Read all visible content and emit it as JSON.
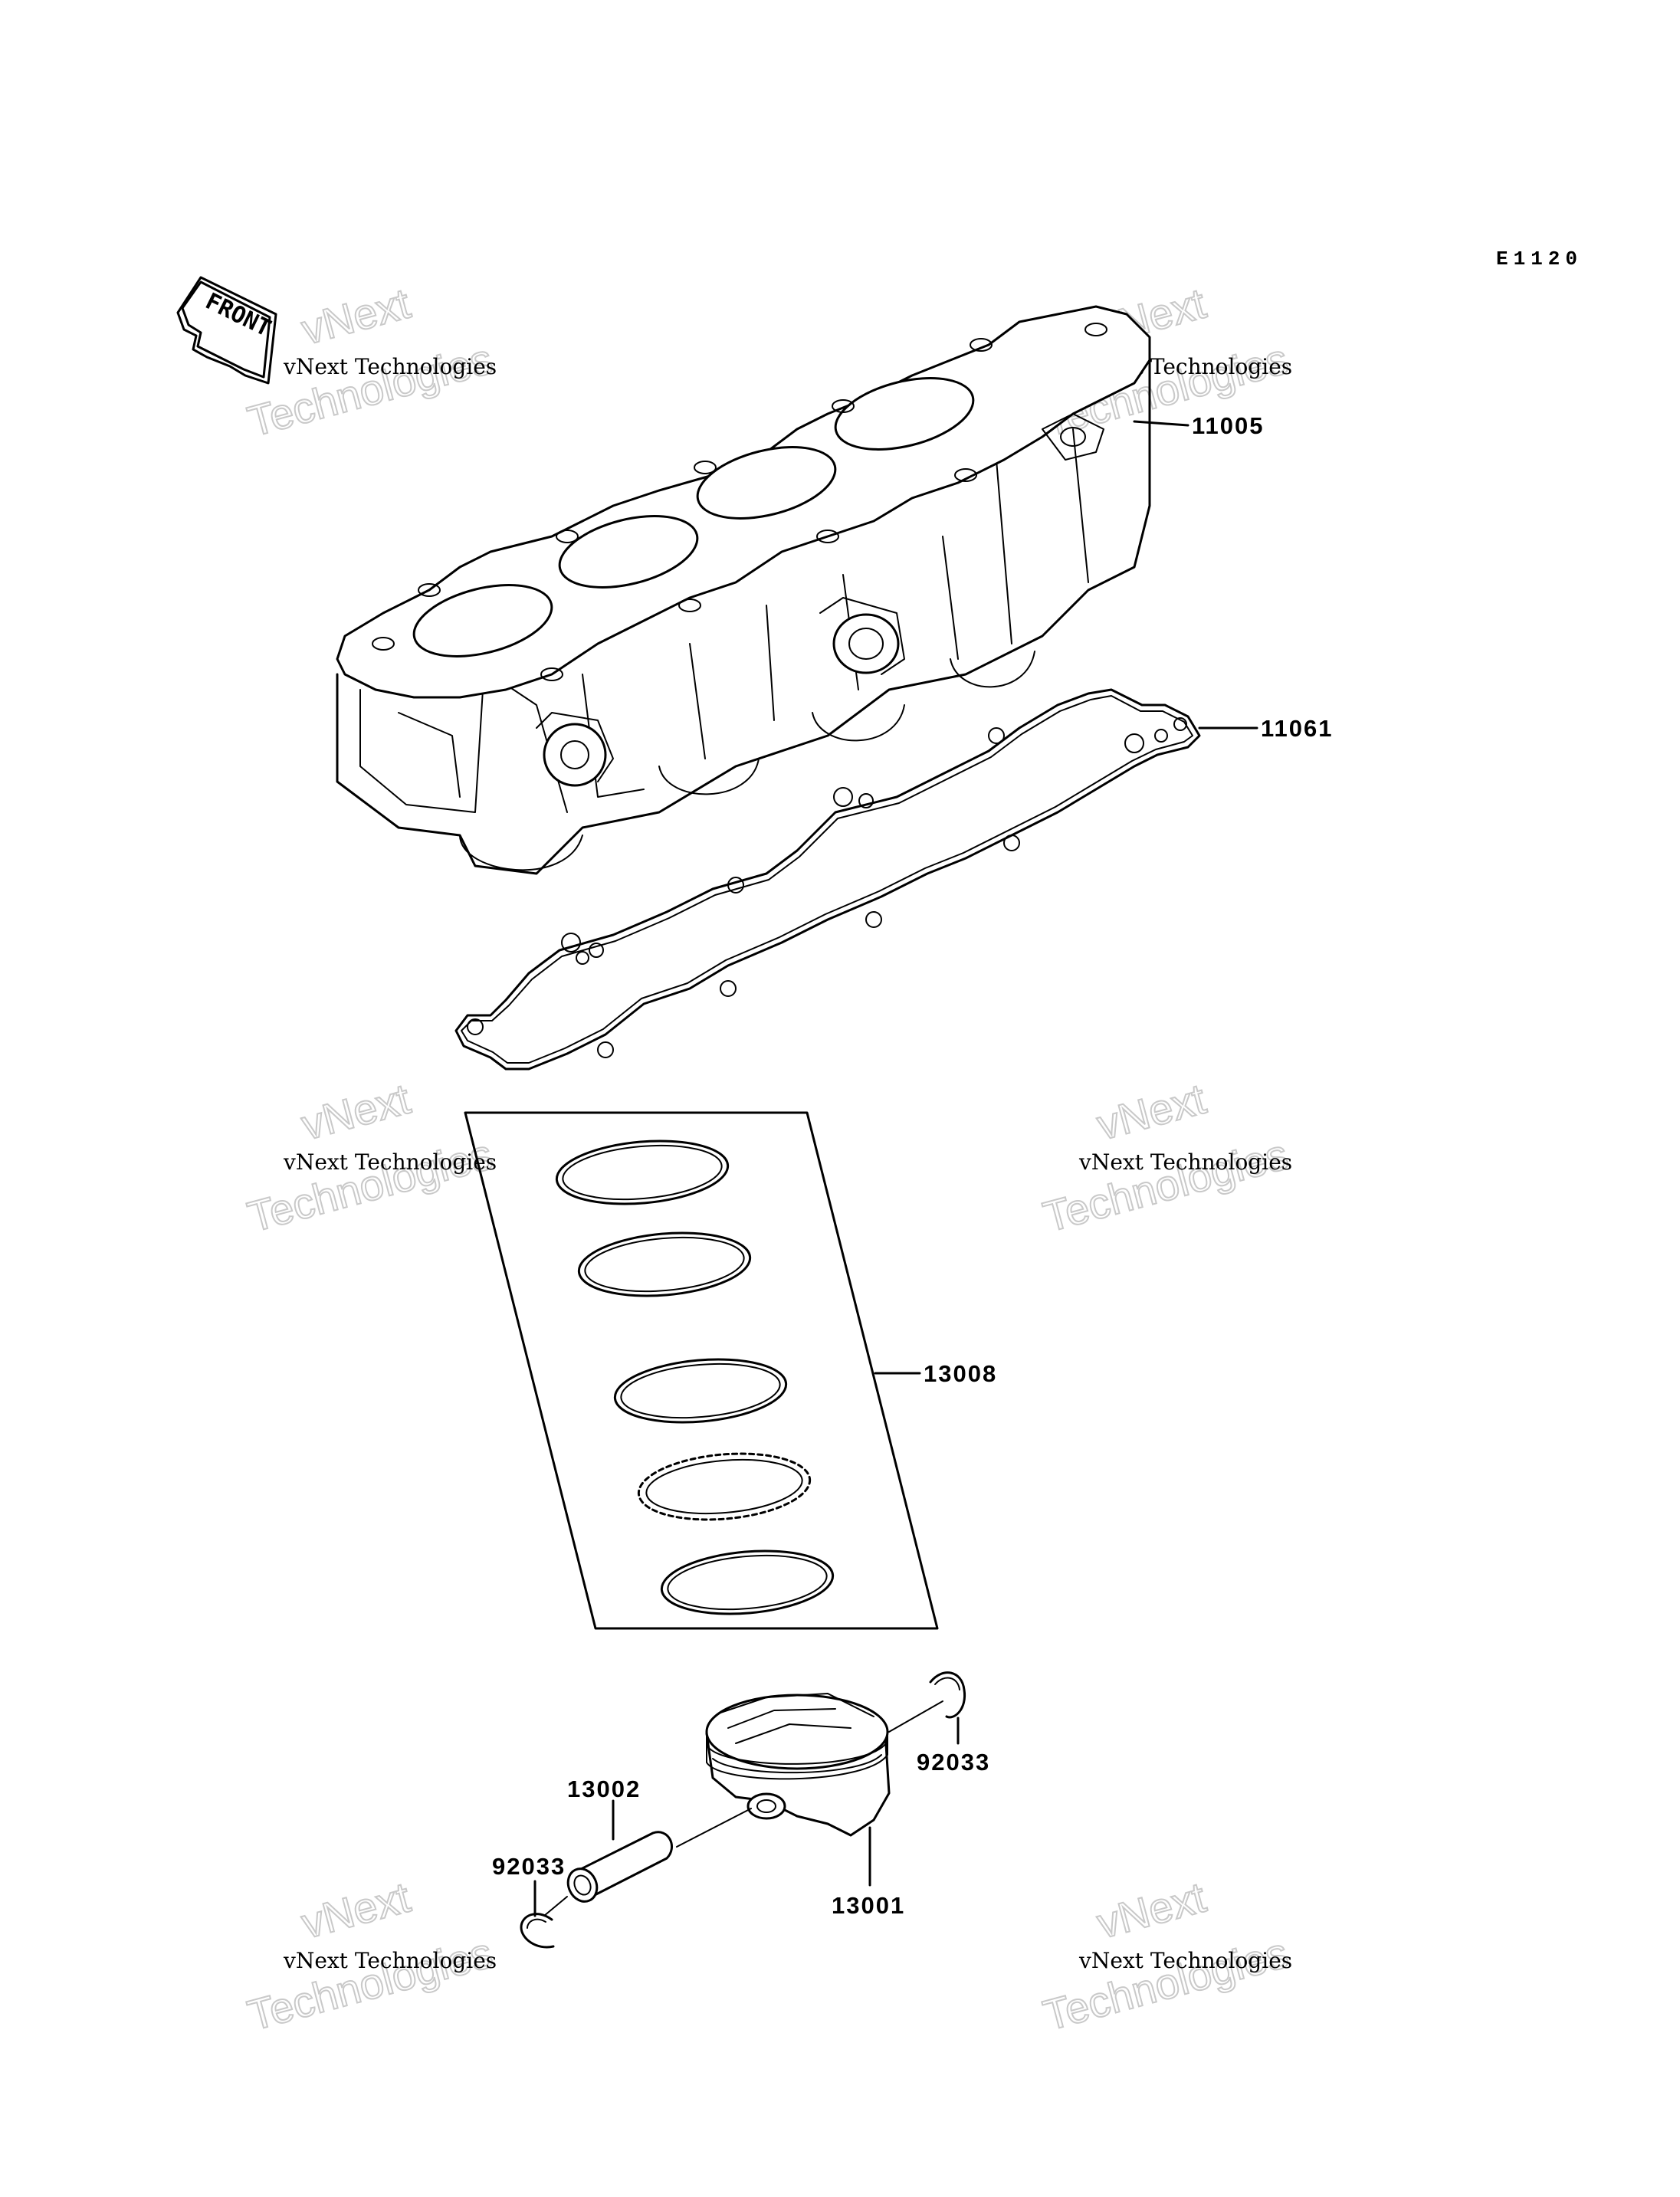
{
  "diagram": {
    "code": "E1120",
    "front_label": "FRONT",
    "watermark": {
      "line1": "vNext",
      "line2": "Technologies",
      "caption": "vNext Technologies"
    },
    "parts": {
      "cylinder": "11005",
      "gasket": "11061",
      "ring_set": "13008",
      "circlip_right": "92033",
      "piston_pin": "13002",
      "circlip_left": "92033",
      "piston": "13001"
    }
  }
}
